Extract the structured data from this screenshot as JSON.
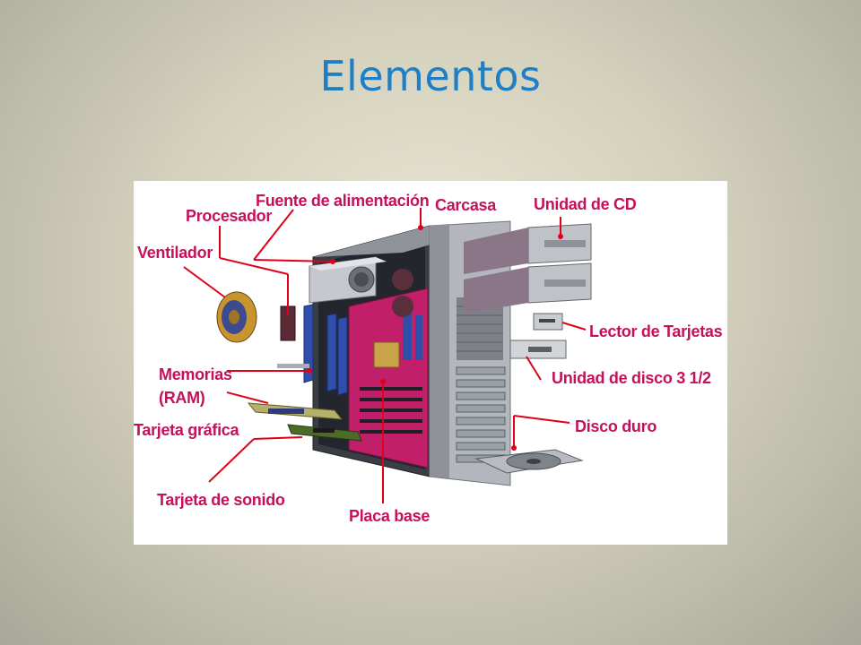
{
  "slide": {
    "title": "Elementos"
  },
  "diagram": {
    "label_color": "#c4125a",
    "leader_color": "#e0001a",
    "labels": {
      "fuente": "Fuente de alimentación",
      "carcasa": "Carcasa",
      "unidad_cd": "Unidad de CD",
      "procesador": "Procesador",
      "ventilador": "Ventilador",
      "lector": "Lector de Tarjetas",
      "memorias_1": "Memorias",
      "memorias_2": "(RAM)",
      "disco_35": "Unidad de disco 3  1/2",
      "tarjeta_grafica": "Tarjeta gráfica",
      "disco_duro": "Disco duro",
      "tarjeta_sonido": "Tarjeta de sonido",
      "placa_base": "Placa base"
    }
  }
}
